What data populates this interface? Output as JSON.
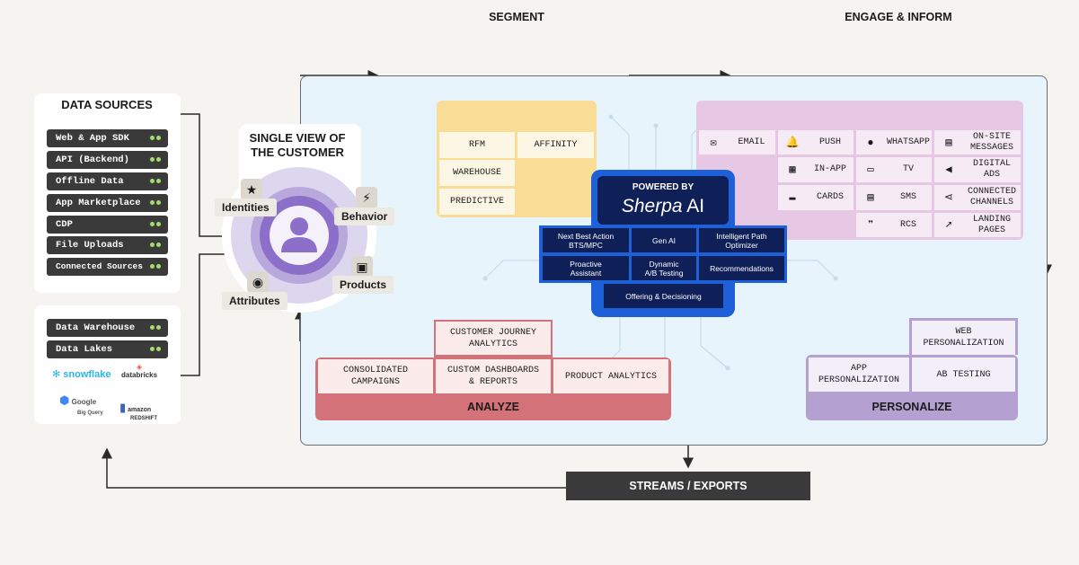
{
  "data_sources": {
    "title": "DATA SOURCES",
    "items": [
      "Web & App SDK",
      "API (Backend)",
      "Offline Data",
      "App Marketplace",
      "CDP",
      "File Uploads",
      "Connected Sources"
    ],
    "warehouse_items": [
      "Data Warehouse",
      "Data Lakes"
    ],
    "logos": [
      "snowflake",
      "databricks",
      "Google BigQuery",
      "amazon REDSHIFT"
    ],
    "logo_lines": {
      "google": "Google",
      "bigquery": "Big Query",
      "amazon": "amazon",
      "redshift": "REDSHIFT"
    }
  },
  "single_view": {
    "title_line1": "SINGLE VIEW OF",
    "title_line2": "THE CUSTOMER",
    "tags": [
      "Identities",
      "Behavior",
      "Products",
      "Attributes"
    ]
  },
  "segment": {
    "title": "SEGMENT",
    "cells": [
      "RFM",
      "AFFINITY",
      "WAREHOUSE",
      "PREDICTIVE"
    ]
  },
  "engage": {
    "title": "ENGAGE & INFORM",
    "channels": [
      {
        "label": "EMAIL",
        "icon": "email-icon"
      },
      {
        "label": "PUSH",
        "icon": "bell-icon"
      },
      {
        "label": "WHATSAPP",
        "icon": "whatsapp-icon"
      },
      {
        "label": "ON-SITE MESSAGES",
        "line1": "ON-SITE",
        "line2": "MESSAGES",
        "icon": "chat-icon"
      },
      {
        "label": "IN-APP",
        "icon": "in-app-icon"
      },
      {
        "label": "TV",
        "icon": "tv-icon"
      },
      {
        "label": "DIGITAL ADS",
        "line1": "DIGITAL",
        "line2": "ADS",
        "icon": "megaphone-icon"
      },
      {
        "label": "CARDS",
        "icon": "card-icon"
      },
      {
        "label": "SMS",
        "icon": "sms-icon"
      },
      {
        "label": "CONNECTED CHANNELS",
        "line1": "CONNECTED",
        "line2": "CHANNELS",
        "icon": "share-icon"
      },
      {
        "label": "RCS",
        "icon": "quote-icon"
      },
      {
        "label": "LANDING PAGES",
        "line1": "LANDING",
        "line2": "PAGES",
        "icon": "cursor-icon"
      }
    ]
  },
  "sherpa": {
    "powered_by": "POWERED BY",
    "name_italic": "Sherpa",
    "name_rest": " AI",
    "features": [
      {
        "line1": "Next Best Action",
        "line2": "BTS/MPC"
      },
      {
        "line1": "Gen AI",
        "line2": ""
      },
      {
        "line1": "Intelligent Path",
        "line2": "Optimizer"
      },
      {
        "line1": "Proactive",
        "line2": "Assistant"
      },
      {
        "line1": "Dynamic",
        "line2": "A/B Testing"
      },
      {
        "line1": "Recommendations",
        "line2": ""
      },
      {
        "line1": "Offering & Decisioning",
        "line2": ""
      }
    ]
  },
  "analyze": {
    "title": "ANALYZE",
    "cells": [
      {
        "line1": "CUSTOMER JOURNEY",
        "line2": "ANALYTICS"
      },
      {
        "line1": "CONSOLIDATED",
        "line2": "CAMPAIGNS"
      },
      {
        "line1": "CUSTOM DASHBOARDS",
        "line2": "& REPORTS"
      },
      {
        "line1": "PRODUCT ANALYTICS",
        "line2": ""
      }
    ]
  },
  "personalize": {
    "title": "PERSONALIZE",
    "cells": [
      {
        "line1": "WEB",
        "line2": "PERSONALIZATION"
      },
      {
        "line1": "APP",
        "line2": "PERSONALIZATION"
      },
      {
        "line1": "AB TESTING",
        "line2": ""
      }
    ]
  },
  "streams": {
    "label": "STREAMS /  EXPORTS"
  },
  "colors": {
    "segment": "#f9dc96",
    "engage": "#e6c8e5",
    "analyze": "#d37278",
    "personalize": "#b5a0d2",
    "sherpa_blue": "#1d60d8",
    "sherpa_navy": "#0f1f57",
    "main_bg": "#e8f4fb"
  }
}
